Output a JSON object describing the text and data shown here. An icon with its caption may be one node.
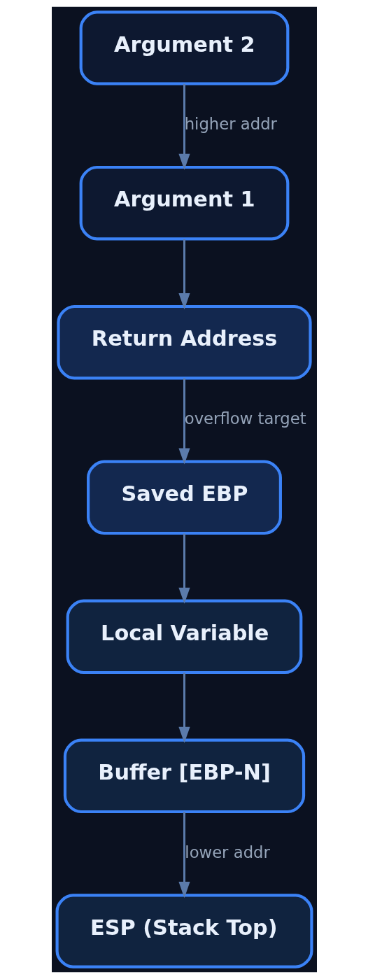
{
  "diagram": {
    "nodes": [
      {
        "text": [
          "Argument 2"
        ]
      },
      {
        "text": [
          "Argument 1"
        ]
      },
      {
        "text": [
          "Return Address"
        ]
      },
      {
        "text": [
          "Saved EBP"
        ]
      },
      {
        "text": [
          "Local Variable"
        ]
      },
      {
        "text": [
          "Buffer [EBP-N]"
        ]
      },
      {
        "text": [
          "ESP (Stack Top)"
        ]
      }
    ],
    "edges": [
      {
        "from": 0,
        "to": 1,
        "arrow": "to",
        "label": "higher addr"
      },
      {
        "from": 1,
        "to": 2,
        "arrow": "to"
      },
      {
        "from": 2,
        "to": 3,
        "arrow": "to",
        "label": "overflow target"
      },
      {
        "from": 3,
        "to": 4,
        "arrow": "to"
      },
      {
        "from": 4,
        "to": 5,
        "arrow": "to"
      },
      {
        "from": 5,
        "to": 6,
        "arrow": "to",
        "label": "lower addr"
      }
    ]
  }
}
